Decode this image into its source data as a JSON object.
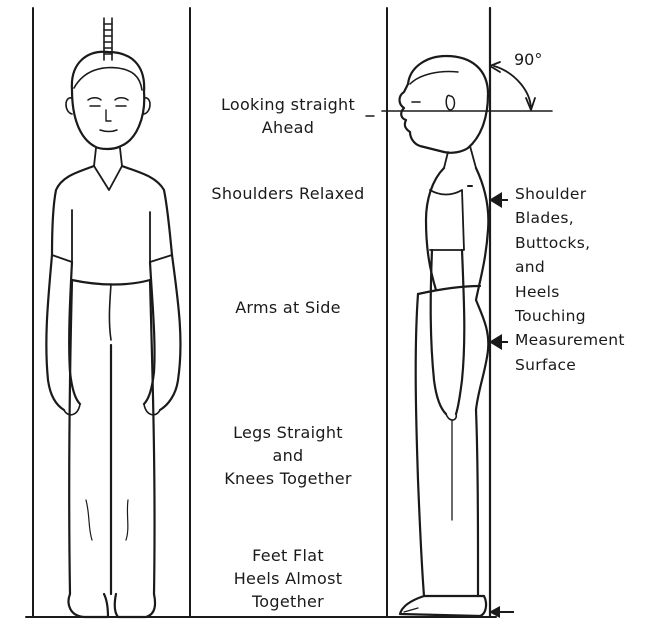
{
  "figure": {
    "angle_label": "90°",
    "center_labels": {
      "looking": [
        "Looking straight",
        "Ahead"
      ],
      "shoulders": [
        "Shoulders Relaxed"
      ],
      "arms": [
        "Arms at Side"
      ],
      "legs": [
        "Legs Straight",
        "and",
        "Knees Together"
      ],
      "feet": [
        "Feet Flat",
        "Heels Almost",
        "Together"
      ]
    },
    "side_labels": [
      "Shoulder",
      "Blades,",
      "Buttocks,",
      "and",
      "Heels",
      "Touching",
      "Measurement",
      "Surface"
    ]
  },
  "colors": {
    "ink": "#1a1a1a",
    "paper": "#ffffff"
  },
  "icons": [
    "front-figure",
    "side-figure",
    "angle-arc",
    "pointer-arrow"
  ]
}
